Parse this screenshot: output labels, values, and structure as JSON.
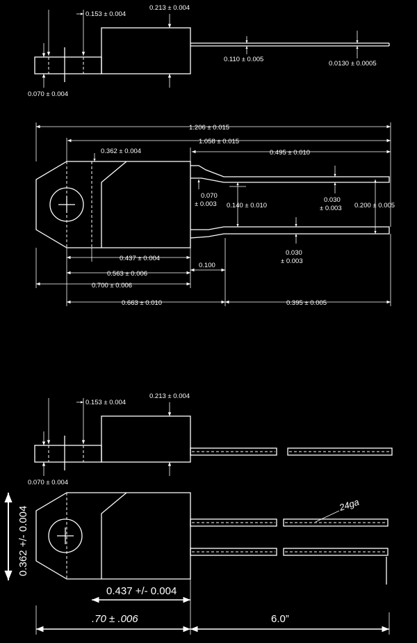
{
  "side_view_top": {
    "dim_tab_offset": "0.153 ± 0.004",
    "dim_body_thickness": "0.213 ± 0.004",
    "dim_lead_offset": "0.110 ± 0.005",
    "dim_lead_thickness": "0.0130 ± 0.0005",
    "dim_tab_thickness": "0.070 ± 0.004"
  },
  "plan_view": {
    "dim_overall_length": "1.206 ± 0.015",
    "dim_body_plus_lead": "1.058 ± 0.015",
    "dim_lead_length": "0.495 ± 0.010",
    "dim_hole_center": "0.362 ± 0.004",
    "dim_neck_width_a": "0.070",
    "dim_neck_width_b": "± 0.003",
    "dim_lead_pitch": "0.140 ± 0.010",
    "dim_lead_width_a_1": "0.030",
    "dim_lead_width_a_2": "± 0.003",
    "dim_lead_span": "0.200 ± 0.005",
    "dim_lead_width_b_1": "0.030",
    "dim_lead_width_b_2": "± 0.003",
    "dim_body_width": "0.437 ± 0.004",
    "dim_shoulder": "0.100",
    "dim_body_length": "0.563 ± 0.006",
    "dim_tab_length": "0.700 ± 0.006",
    "dim_body_to_shoulder": "0.663 ± 0.010",
    "dim_lead_extent": "0.395 ± 0.005"
  },
  "side_view_bottom": {
    "dim_tab_offset": "0.153 ± 0.004",
    "dim_body_thickness": "0.213 ± 0.004",
    "dim_tab_thickness": "0.070 ± 0.004"
  },
  "plan_view_bottom": {
    "dim_height": "0.362 +/- 0.004",
    "dim_width": "0.437 +/- 0.004",
    "dim_tab": ".70 ± .006",
    "dim_lead_length": "6.0”",
    "wire_gauge": "24ga"
  }
}
